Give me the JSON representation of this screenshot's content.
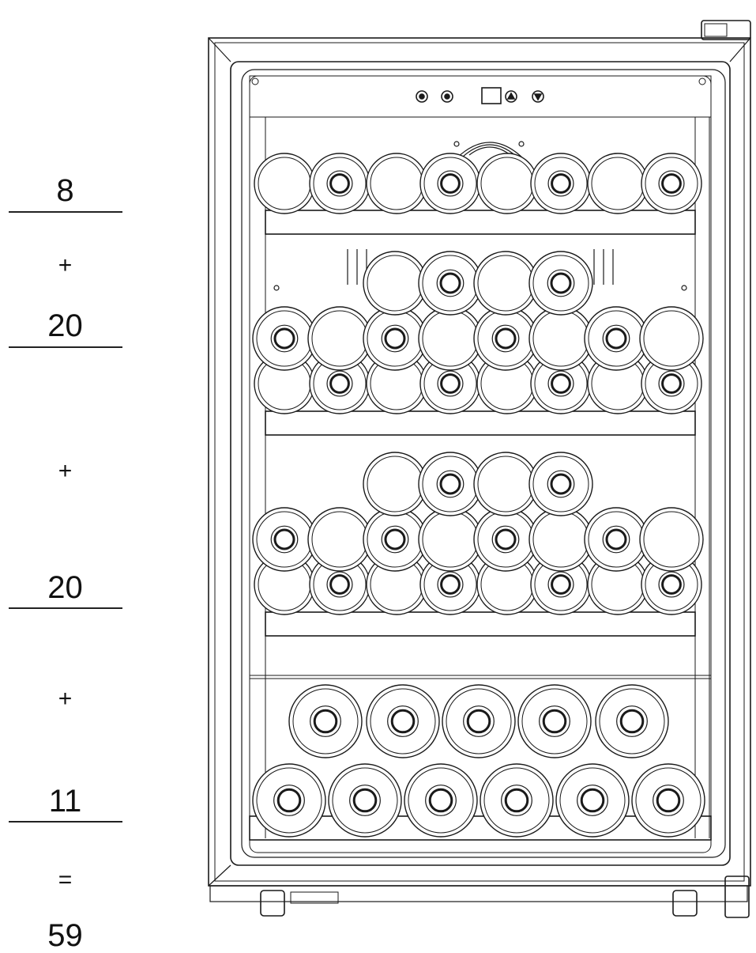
{
  "tally": {
    "shelf1": "8",
    "plus1": "+",
    "shelf2": "20",
    "plus2": "+",
    "shelf3": "20",
    "plus3": "+",
    "shelf4": "11",
    "equals": "=",
    "total": "59"
  }
}
